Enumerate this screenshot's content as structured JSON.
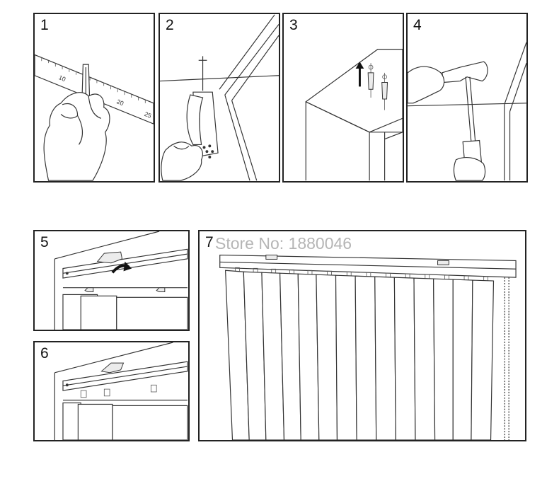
{
  "steps": [
    {
      "number": "1",
      "ruler_labels": [
        "10",
        "20",
        "25"
      ]
    },
    {
      "number": "2"
    },
    {
      "number": "3"
    },
    {
      "number": "4"
    },
    {
      "number": "5"
    },
    {
      "number": "6"
    },
    {
      "number": "7"
    }
  ],
  "watermark": "Store No: 1880046",
  "colors": {
    "border": "#222222",
    "line": "#333333",
    "watermark": "#b5b5b5",
    "background": "#ffffff"
  }
}
